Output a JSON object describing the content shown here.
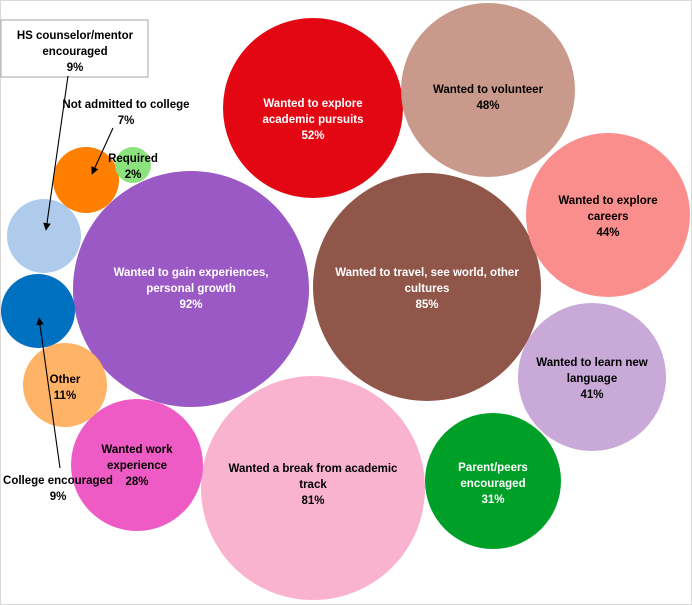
{
  "chart_data": {
    "type": "bubble",
    "title": "",
    "unit": "%",
    "bubbles": [
      {
        "label": "Wanted to gain experiences, personal growth",
        "lines": [
          "Wanted to gain experiences,",
          "personal growth"
        ],
        "value": 92,
        "value_label": "92%",
        "color": "#9B59C6",
        "text_color": "#ffffff"
      },
      {
        "label": "Wanted to travel, see world, other cultures",
        "lines": [
          "Wanted to travel, see world, other",
          "cultures"
        ],
        "value": 85,
        "value_label": "85%",
        "color": "#91564A",
        "text_color": "#ffffff"
      },
      {
        "label": "Wanted a break from academic track",
        "lines": [
          "Wanted a break from academic",
          "track"
        ],
        "value": 81,
        "value_label": "81%",
        "color": "#F9B3CF",
        "text_color": "#000000"
      },
      {
        "label": "Wanted to explore academic pursuits",
        "lines": [
          "Wanted to explore",
          "academic pursuits"
        ],
        "value": 52,
        "value_label": "52%",
        "color": "#E30613",
        "text_color": "#ffffff"
      },
      {
        "label": "Wanted to volunteer",
        "lines": [
          "Wanted to volunteer"
        ],
        "value": 48,
        "value_label": "48%",
        "color": "#C99A8C",
        "text_color": "#000000"
      },
      {
        "label": "Wanted to explore careers",
        "lines": [
          "Wanted to explore",
          "careers"
        ],
        "value": 44,
        "value_label": "44%",
        "color": "#FA8E8C",
        "text_color": "#000000"
      },
      {
        "label": "Wanted to learn new language",
        "lines": [
          "Wanted to learn new",
          "language"
        ],
        "value": 41,
        "value_label": "41%",
        "color": "#C9A9D8",
        "text_color": "#000000"
      },
      {
        "label": "Parent/peers encouraged",
        "lines": [
          "Parent/peers",
          "encouraged"
        ],
        "value": 31,
        "value_label": "31%",
        "color": "#00A028",
        "text_color": "#ffffff"
      },
      {
        "label": "Wanted work experience",
        "lines": [
          "Wanted work",
          "experience"
        ],
        "value": 28,
        "value_label": "28%",
        "color": "#EF5BC5",
        "text_color": "#000000"
      },
      {
        "label": "Other",
        "lines": [
          "Other"
        ],
        "value": 11,
        "value_label": "11%",
        "color": "#FFB367",
        "text_color": "#000000"
      },
      {
        "label": "HS counselor/mentor encouraged",
        "lines": [
          "HS counselor/mentor",
          "encouraged"
        ],
        "value": 9,
        "value_label": "9%",
        "color": "#AECBEB",
        "text_color": "#000000",
        "callout": true,
        "boxed": true
      },
      {
        "label": "College encouraged",
        "lines": [
          "College encouraged"
        ],
        "value": 9,
        "value_label": "9%",
        "color": "#0070C0",
        "text_color": "#000000",
        "callout": true
      },
      {
        "label": "Not admitted to college",
        "lines": [
          "Not admitted to college"
        ],
        "value": 7,
        "value_label": "7%",
        "color": "#FF7F00",
        "text_color": "#000000",
        "callout": true
      },
      {
        "label": "Required",
        "lines": [
          "Required"
        ],
        "value": 2,
        "value_label": "2%",
        "color": "#8CE27D",
        "text_color": "#000000"
      }
    ]
  }
}
